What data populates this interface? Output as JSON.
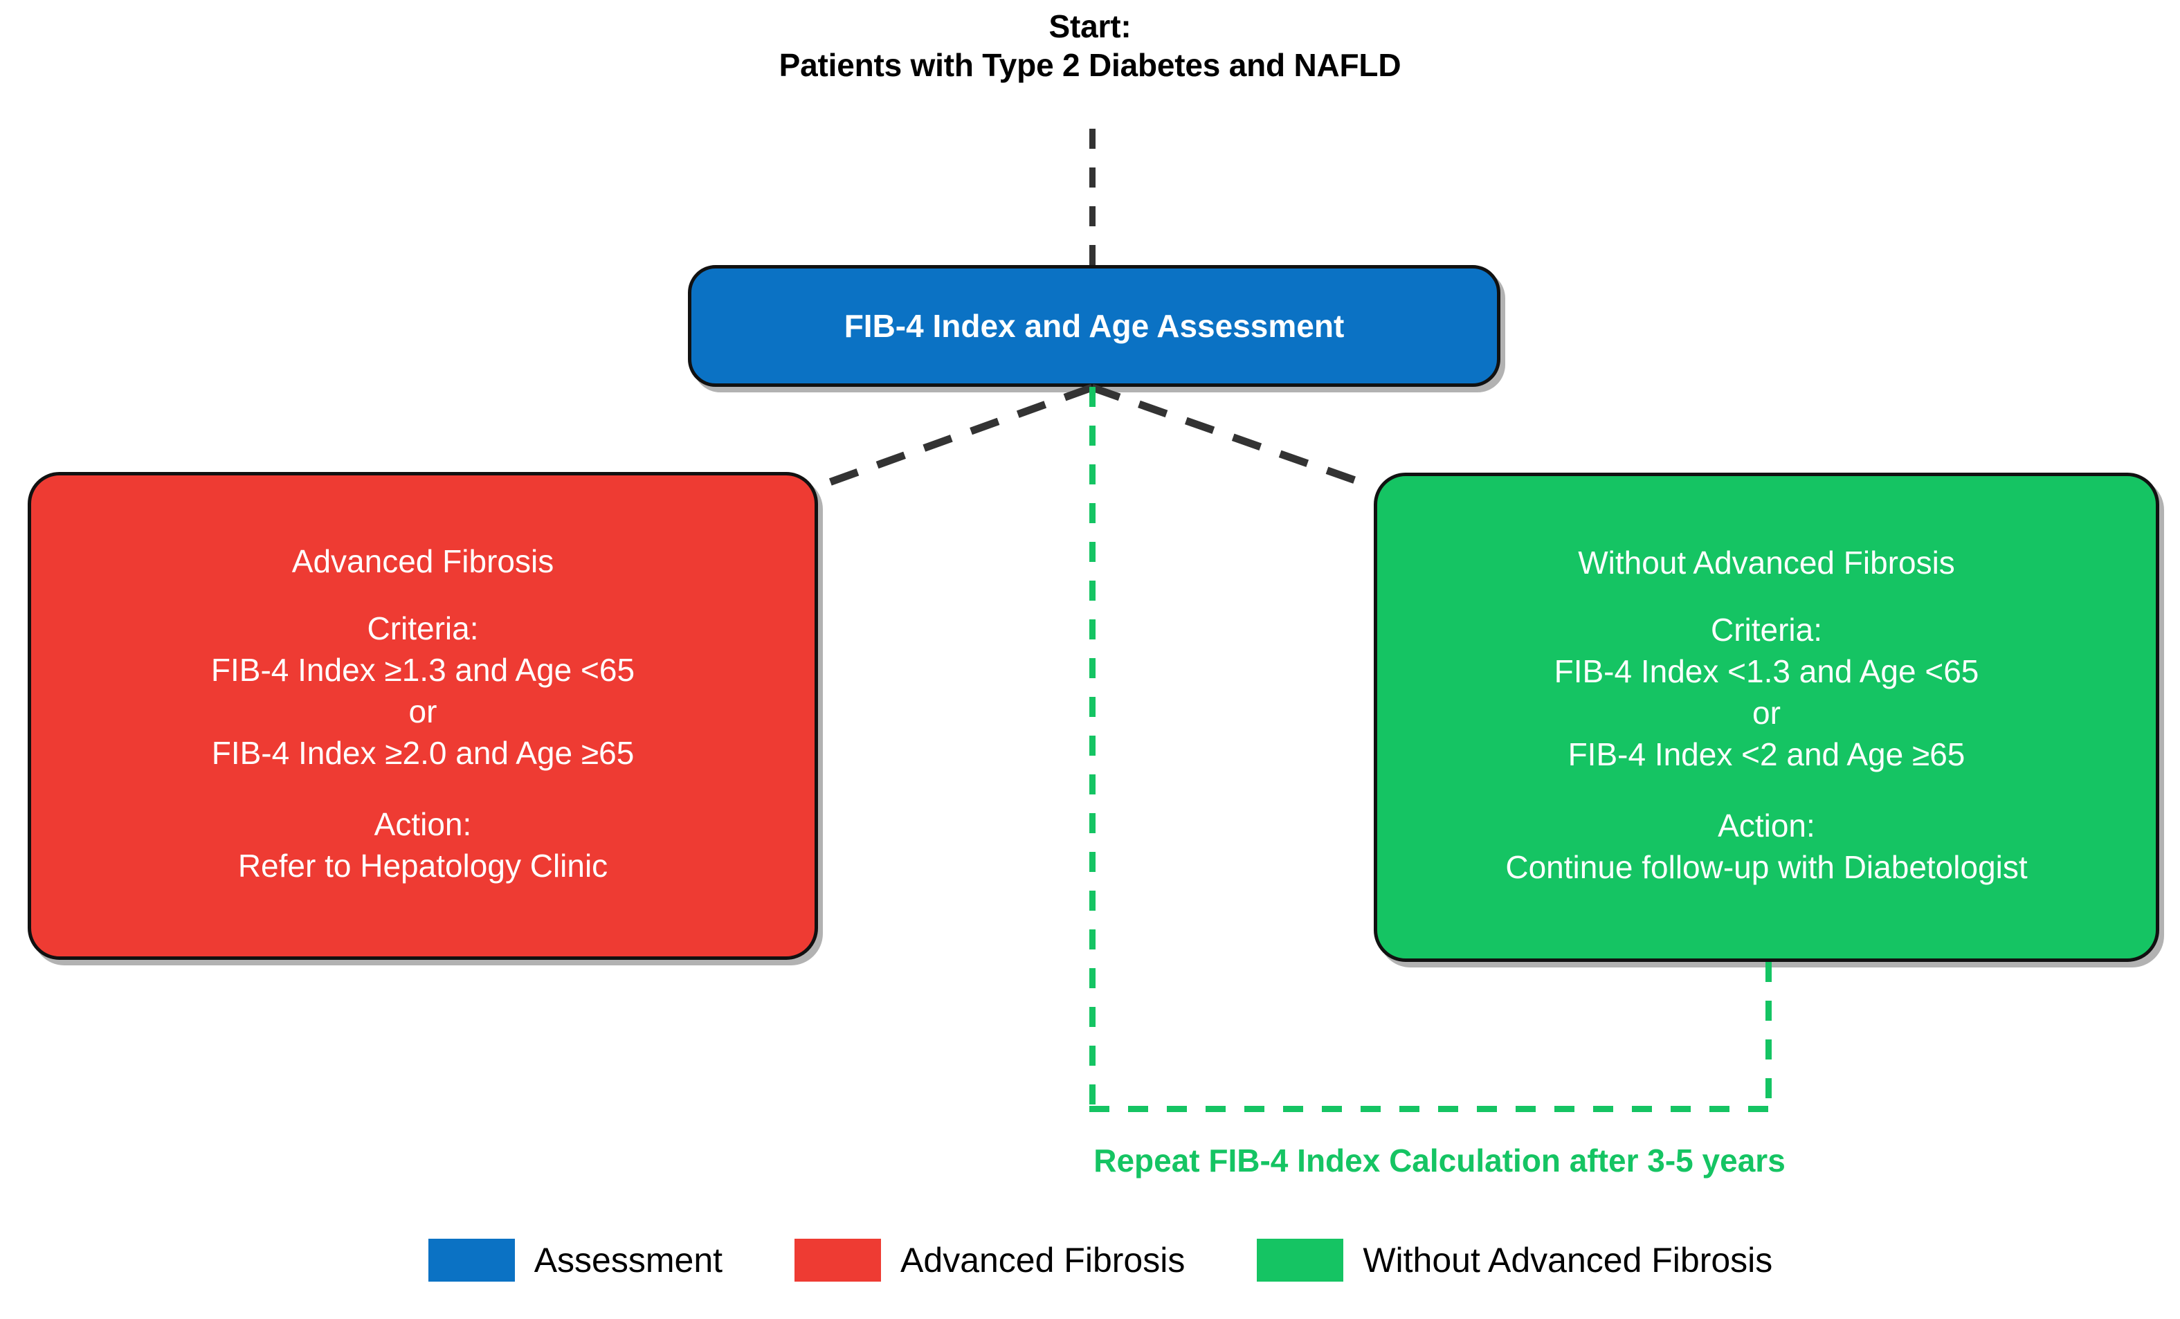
{
  "diagram": {
    "type": "flowchart",
    "title_lines": {
      "line1": "Start:",
      "line2": "Patients with Type 2 Diabetes and NAFLD"
    },
    "assessment": {
      "label": "FIB-4 Index and Age Assessment",
      "color": "#0B72C4"
    },
    "advanced_fibrosis": {
      "heading": "Advanced Fibrosis",
      "criteria_label": "Criteria:",
      "criteria_line1": "FIB-4 Index ≥1.3 and Age <65",
      "criteria_or": "or",
      "criteria_line2": "FIB-4 Index ≥2.0 and Age ≥65",
      "action_label": "Action:",
      "action_text": "Refer to Hepatology Clinic",
      "color": "#EE3B33"
    },
    "without_advanced_fibrosis": {
      "heading": "Without Advanced Fibrosis",
      "criteria_label": "Criteria:",
      "criteria_line1": "FIB-4 Index <1.3 and Age <65",
      "criteria_or": "or",
      "criteria_line2": "FIB-4 Index <2 and Age ≥65",
      "action_label": "Action:",
      "action_text": "Continue follow-up with Diabetologist",
      "color": "#15C463"
    },
    "repeat_note": {
      "text": "Repeat FIB-4 Index Calculation after 3-5 years",
      "color": "#15C463"
    },
    "connectors": {
      "branch_style": "dashed",
      "branch_color": "#333333",
      "feedback_color": "#15C463"
    },
    "legend": {
      "items": [
        {
          "label": "Assessment",
          "color": "#0B72C4"
        },
        {
          "label": "Advanced Fibrosis",
          "color": "#EE3B33"
        },
        {
          "label": "Without Advanced Fibrosis",
          "color": "#15C463"
        }
      ]
    }
  }
}
